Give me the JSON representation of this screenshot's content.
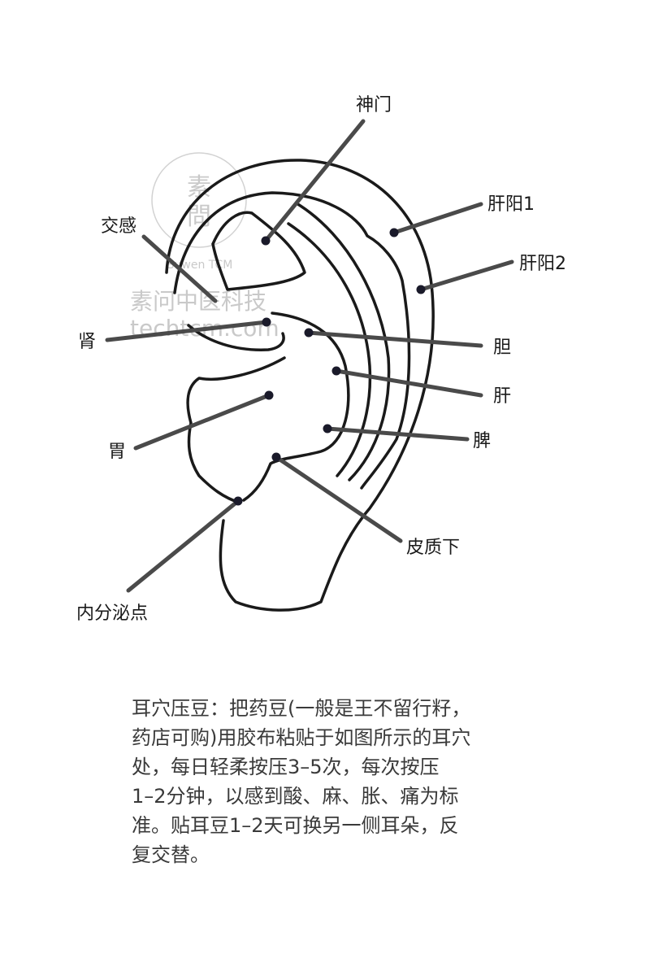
{
  "watermark": {
    "logo_top": "素",
    "logo_bottom": "問",
    "brand_small": "Suwen TCM",
    "brand_cn": "素问中医科技",
    "brand_url": "techtcm.com"
  },
  "points": [
    {
      "id": "shenmen",
      "label": "神门"
    },
    {
      "id": "ganyang1",
      "label": "肝阳1"
    },
    {
      "id": "ganyang2",
      "label": "肝阳2"
    },
    {
      "id": "jiaogan",
      "label": "交感"
    },
    {
      "id": "shen",
      "label": "肾"
    },
    {
      "id": "dan",
      "label": "胆"
    },
    {
      "id": "gan",
      "label": "肝"
    },
    {
      "id": "wei",
      "label": "胃"
    },
    {
      "id": "pi",
      "label": "脾"
    },
    {
      "id": "pizhixia",
      "label": "皮质下"
    },
    {
      "id": "neifenmi",
      "label": "内分泌点"
    }
  ],
  "description_lines": [
    "耳穴压豆：把药豆(一般是王不留行籽，",
    "药店可购)用胶布粘贴于如图所示的耳穴",
    "处，每日轻柔按压3–5次，每次按压",
    "1–2分钟，以感到酸、麻、胀、痛为标",
    "准。贴耳豆1–2天可换另一侧耳朵，反",
    "复交替。"
  ]
}
